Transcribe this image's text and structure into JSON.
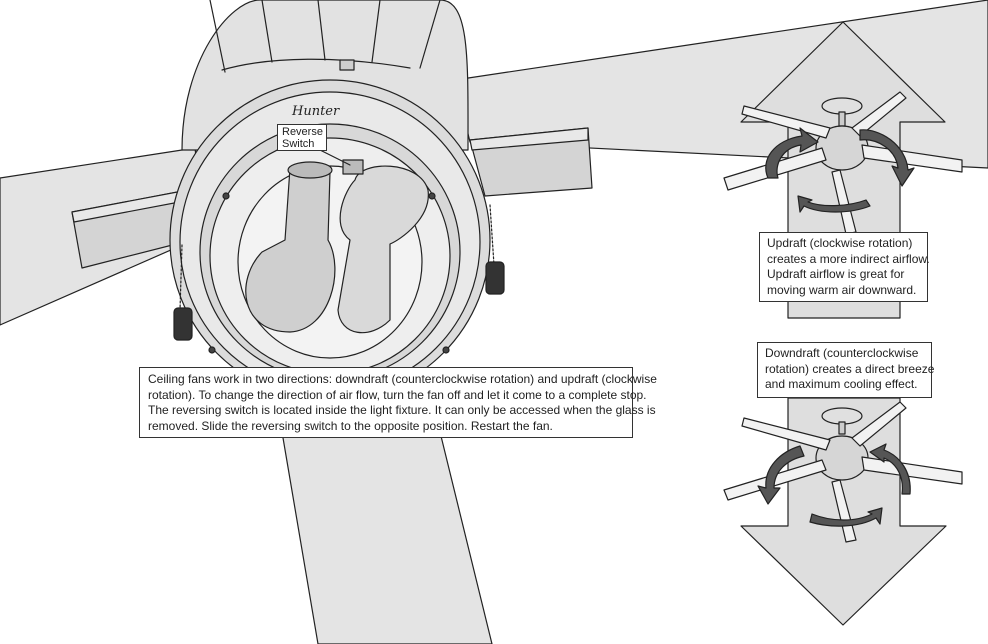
{
  "colors": {
    "line": "#222222",
    "fill_light": "#e6e6e6",
    "fill_mid": "#d2d2d2",
    "fill_dark": "#bdbdbd",
    "arrow_dark": "#555555",
    "background": "#ffffff"
  },
  "icons": [
    "ceiling-fan-icon",
    "rotation-arrow-icon",
    "up-arrow-icon",
    "down-arrow-icon",
    "light-bulb-icon",
    "pull-chain-icon"
  ],
  "logo_text": "Hunter",
  "reverse_switch_label": {
    "lines": [
      "Reverse",
      "Switch"
    ]
  },
  "main_instructions": {
    "lines": [
      "Ceiling fans work in two directions: downdraft (counterclockwise rotation) and updraft (clockwise",
      "rotation). To change the direction of air flow, turn the fan off and let it come to a complete stop.",
      "The reversing switch is located inside the light fixture. It can only be accessed when the glass is",
      "removed. Slide the reversing switch to the opposite position. Restart the fan."
    ]
  },
  "updraft": {
    "lines": [
      "Updraft (clockwise rotation)",
      "creates a more indirect airflow.",
      "Updraft airflow is great for",
      "moving warm air downward."
    ]
  },
  "downdraft": {
    "lines": [
      "Downdraft (counterclockwise",
      "rotation) creates a direct breeze",
      "and maximum cooling effect."
    ]
  }
}
